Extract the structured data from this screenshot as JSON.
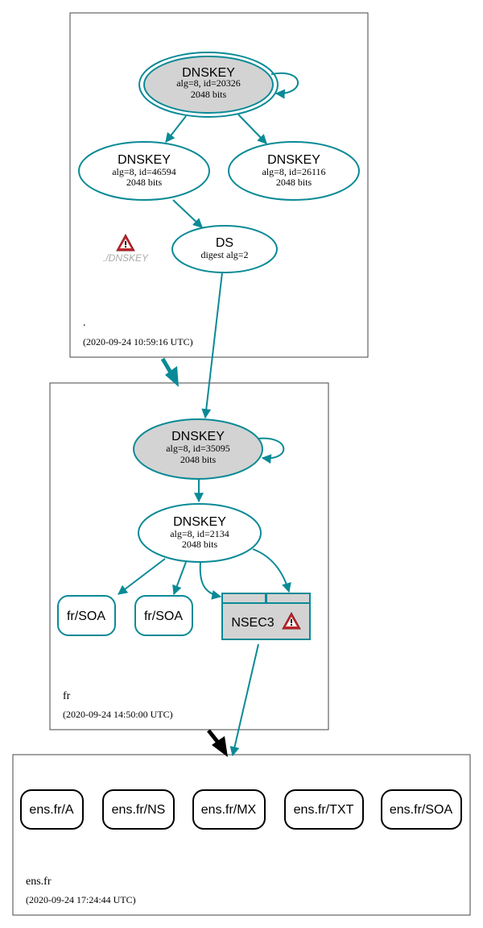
{
  "zones": {
    "root": {
      "label": ".",
      "timestamp": "(2020-09-24 10:59:16 UTC)"
    },
    "fr": {
      "label": "fr",
      "timestamp": "(2020-09-24 14:50:00 UTC)"
    },
    "ensfr": {
      "label": "ens.fr",
      "timestamp": "(2020-09-24 17:24:44 UTC)"
    }
  },
  "nodes": {
    "root_ksk": {
      "title": "DNSKEY",
      "line1": "alg=8, id=20326",
      "line2": "2048 bits"
    },
    "root_zsk1": {
      "title": "DNSKEY",
      "line1": "alg=8, id=46594",
      "line2": "2048 bits"
    },
    "root_zsk2": {
      "title": "DNSKEY",
      "line1": "alg=8, id=26116",
      "line2": "2048 bits"
    },
    "fr_ds": {
      "title": "DS",
      "line1": "digest alg=2"
    },
    "root_error": {
      "label": "./DNSKEY"
    },
    "fr_ksk": {
      "title": "DNSKEY",
      "line1": "alg=8, id=35095",
      "line2": "2048 bits"
    },
    "fr_zsk": {
      "title": "DNSKEY",
      "line1": "alg=8, id=2134",
      "line2": "2048 bits"
    },
    "fr_soa1": {
      "label": "fr/SOA"
    },
    "fr_soa2": {
      "label": "fr/SOA"
    },
    "nsec3": {
      "label": "NSEC3"
    }
  },
  "records": [
    {
      "label": "ens.fr/A"
    },
    {
      "label": "ens.fr/NS"
    },
    {
      "label": "ens.fr/MX"
    },
    {
      "label": "ens.fr/TXT"
    },
    {
      "label": "ens.fr/SOA"
    }
  ],
  "colors": {
    "edge": "#0a8a96",
    "grey_fill": "#d3d3d3",
    "warning_red": "#c0272d",
    "delegation_black": "#000000"
  }
}
